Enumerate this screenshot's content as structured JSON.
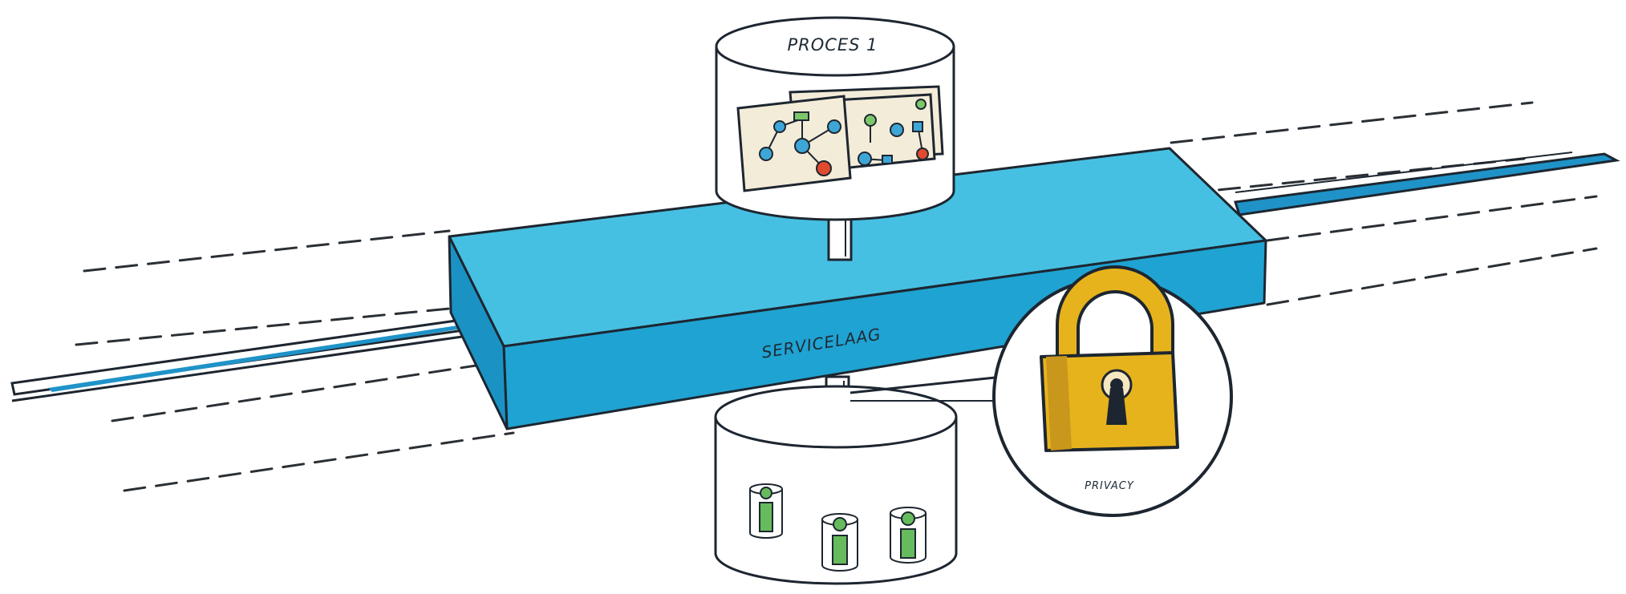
{
  "labels": {
    "process": "PROCES 1",
    "service_layer": "SERVICELAAG",
    "privacy": "PRIVACY"
  },
  "colors": {
    "service_layer_top": "#3fbde0",
    "service_layer_front": "#1fa3d2",
    "pipe": "#1f93c8",
    "outline": "#1d2630",
    "document": "#f3ecd8",
    "node_blue": "#3ea6d6",
    "node_red": "#e04a2e",
    "node_green": "#7cc76a",
    "lock_gold": "#e7b31d",
    "data_green": "#66bb5c"
  },
  "icons": [
    "process-diagram-icon",
    "padlock-icon",
    "information-icon"
  ]
}
